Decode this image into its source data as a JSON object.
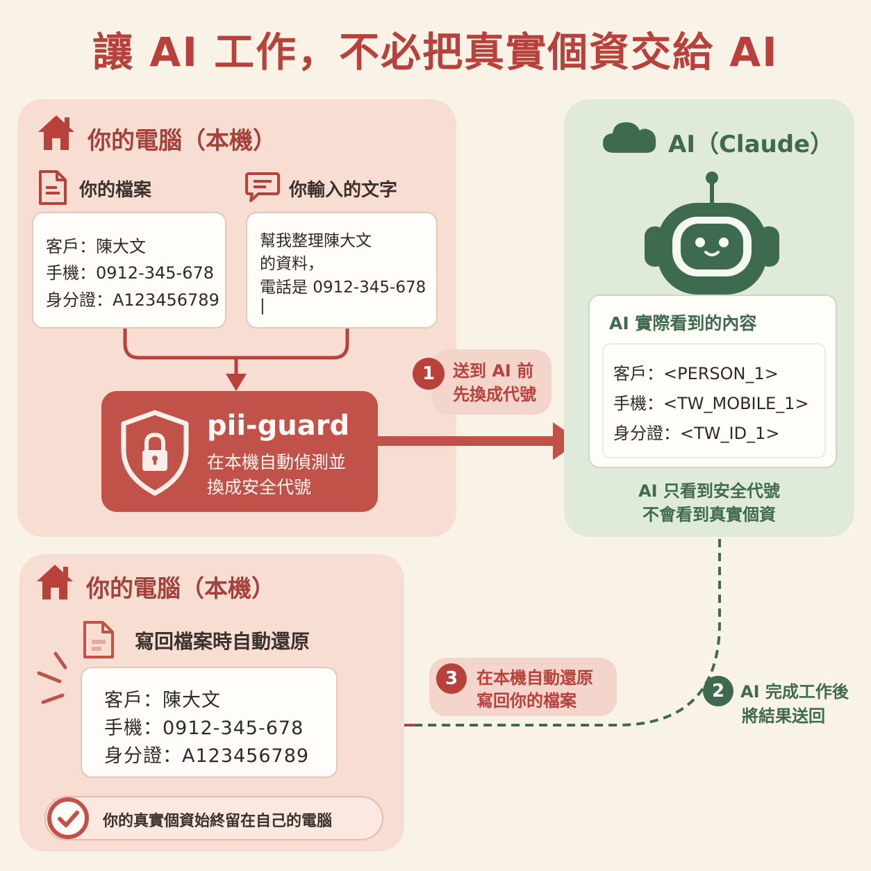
{
  "title": "讓 AI 工作，不必把真實個資交給 AI",
  "local_top": {
    "heading": "你的電腦（本機）",
    "files": {
      "label": "你的檔案",
      "lines": [
        "客戶：陳大文",
        "手機：0912-345-678",
        "身分證：A123456789"
      ]
    },
    "typed": {
      "label": "你輸入的文字",
      "lines": [
        "幫我整理陳大文",
        "的資料，",
        "電話是 0912-345-678",
        "|"
      ]
    },
    "guard": {
      "name": "pii-guard",
      "desc_lines": [
        "在本機自動偵測並",
        "換成安全代號"
      ]
    }
  },
  "step1": {
    "number": "1",
    "lines": [
      "送到 AI 前",
      "先換成代號"
    ]
  },
  "ai": {
    "heading": "AI（Claude）",
    "seen_title": "AI 實際看到的內容",
    "seen_lines": [
      "客戶：<PERSON_1>",
      "手機：<TW_MOBILE_1>",
      "身分證：<TW_ID_1>"
    ],
    "note_lines": [
      "AI 只看到安全代號",
      "不會看到真實個資"
    ]
  },
  "step2": {
    "number": "2",
    "lines": [
      "AI 完成工作後",
      "將結果送回"
    ]
  },
  "step3": {
    "number": "3",
    "lines": [
      "在本機自動還原",
      "寫回你的檔案"
    ]
  },
  "local_bottom": {
    "heading": "你的電腦（本機）",
    "restore_label": "寫回檔案時自動還原",
    "lines": [
      "客戶：陳大文",
      "手機：0912-345-678",
      "身分證：A123456789"
    ],
    "footer": "你的真實個資始終留在自己的電腦"
  },
  "colors": {
    "accent_red": "#b8413c",
    "guard_red": "#c0524a",
    "ai_green": "#3e6a4f",
    "bg": "#f9f3e7"
  }
}
